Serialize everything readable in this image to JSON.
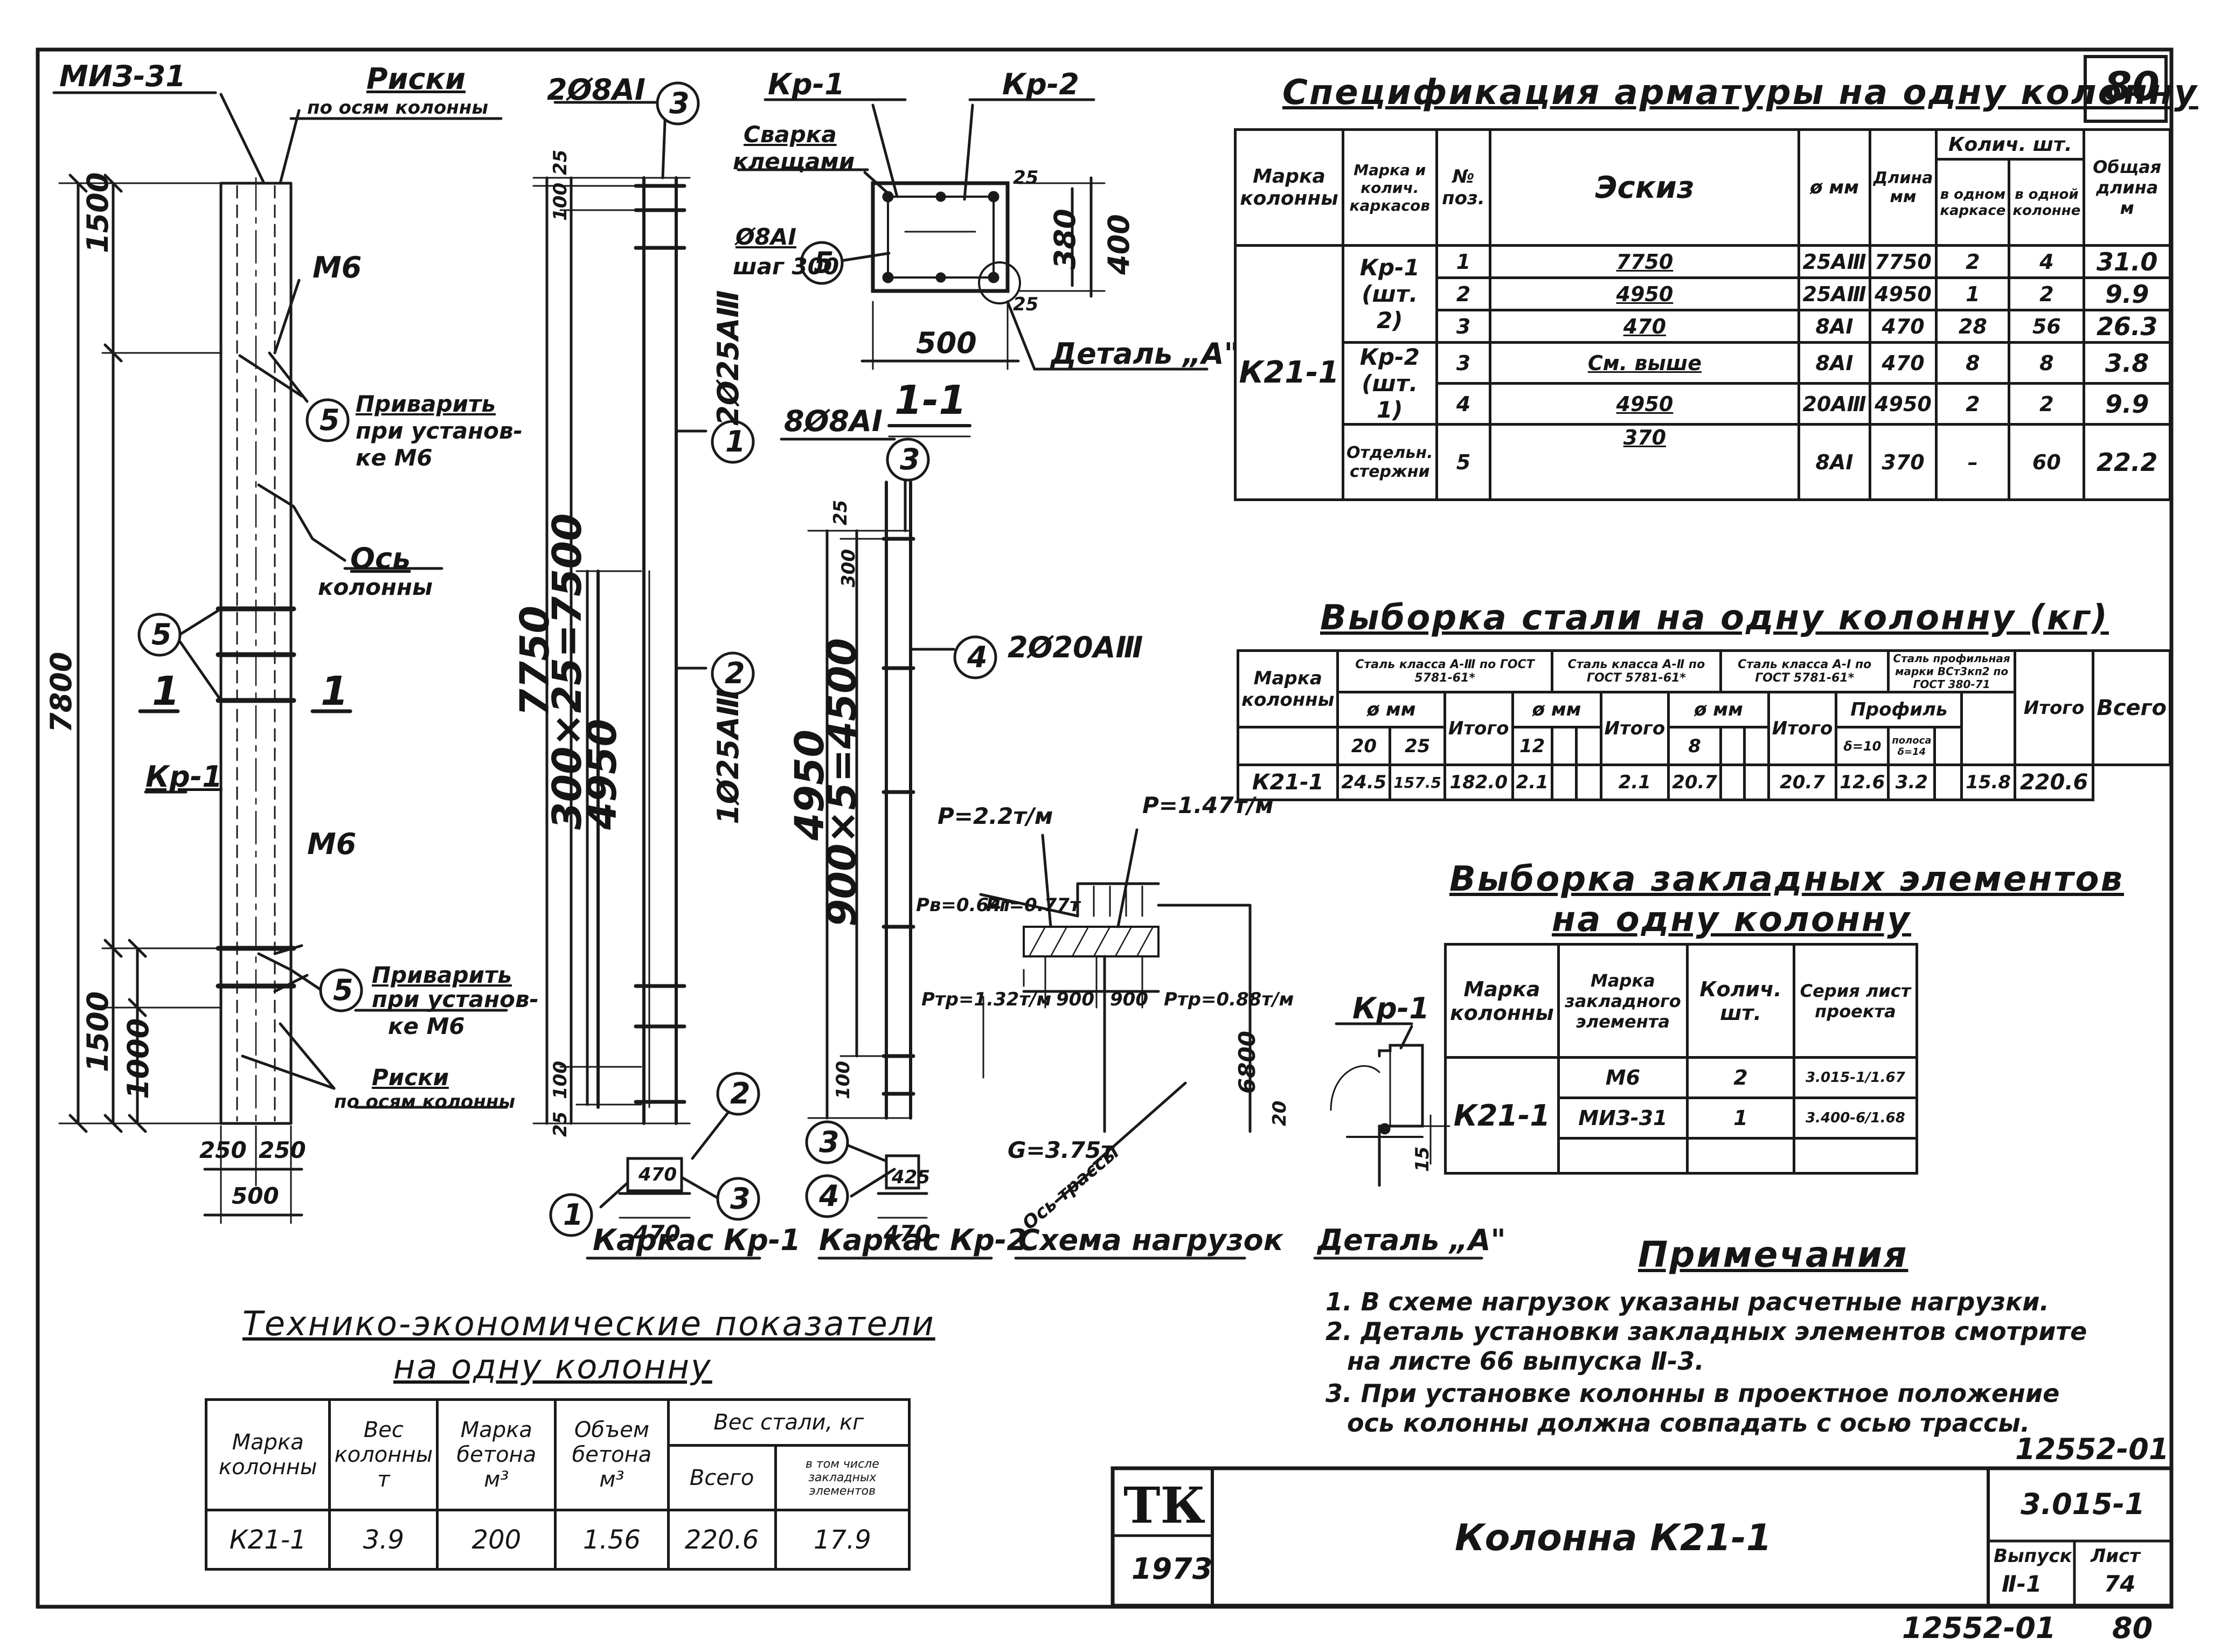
{
  "sheet_number_box": "80",
  "spec": {
    "title": "Спецификация арматуры на одну колонну",
    "headers": {
      "mark": "Марка колонны",
      "frame": "Марка и колич. каркасов",
      "pos": "№ поз.",
      "sketch": "Эскиз",
      "dia": "ø мм",
      "len": "Длина мм",
      "qty": "Колич. шт.",
      "qty_frame": "в одном каркасе",
      "qty_col": "в одной колонне",
      "total_len": "Общая длина м"
    },
    "column_mark": "К21-1",
    "rows": [
      {
        "frame": "Кр-1 (шт. 2)",
        "pos": "1",
        "sketch": "7750",
        "dia": "25АⅢ",
        "len": "7750",
        "q1": "2",
        "q2": "4",
        "total": "31.0"
      },
      {
        "frame": "",
        "pos": "2",
        "sketch": "4950",
        "dia": "25АⅢ",
        "len": "4950",
        "q1": "1",
        "q2": "2",
        "total": "9.9"
      },
      {
        "frame": "",
        "pos": "3",
        "sketch": "470",
        "dia": "8АⅠ",
        "len": "470",
        "q1": "28",
        "q2": "56",
        "total": "26.3"
      },
      {
        "frame": "Кр-2 (шт. 1)",
        "pos": "3",
        "sketch": "См. выше",
        "dia": "8АⅠ",
        "len": "470",
        "q1": "8",
        "q2": "8",
        "total": "3.8"
      },
      {
        "frame": "",
        "pos": "4",
        "sketch": "4950",
        "dia": "20АⅢ",
        "len": "4950",
        "q1": "2",
        "q2": "2",
        "total": "9.9"
      },
      {
        "frame": "Отдельн. стержни",
        "pos": "5",
        "sketch": "370",
        "dia": "8АⅠ",
        "len": "370",
        "q1": "–",
        "q2": "60",
        "total": "22.2"
      }
    ]
  },
  "steel": {
    "title": "Выборка стали на одну колонну (кг)",
    "mark": "Марка колонны",
    "cls3": "Сталь класса А-Ⅲ по ГОСТ 5781-61*",
    "cls2": "Сталь класса А-Ⅱ по ГОСТ 5781-61*",
    "cls1": "Сталь класса А-Ⅰ по ГОСТ 5781-61*",
    "prof": "Сталь профильная марки ВСт3кп2 по ГОСТ 380-71",
    "phi": "ø мм",
    "itogo": "Итого",
    "vsego": "Всего",
    "profil": "Профиль",
    "d20": "20",
    "d25": "25",
    "d12": "12",
    "d8": "8",
    "s10": "δ=10",
    "pr": "полоса δ=14",
    "row": {
      "mark": "К21-1",
      "a20": "24.5",
      "a25": "157.5",
      "it1": "182.0",
      "b12": "2.1",
      "it2": "2.1",
      "c8": "20.7",
      "it3": "20.7",
      "p1": "12.6",
      "p2": "3.2",
      "it4": "15.8",
      "all": "220.6"
    }
  },
  "embedded": {
    "title1": "Выборка закладных элементов",
    "title2": "на одну колонну",
    "h_mark": "Марка колонны",
    "h_el": "Марка закладного элемента",
    "h_qty": "Колич. шт.",
    "h_series": "Серия лист проекта",
    "col": "К21-1",
    "rows": [
      {
        "el": "М6",
        "qty": "2",
        "series": "3.015-1/1.67"
      },
      {
        "el": "МИЗ-31",
        "qty": "1",
        "series": "3.400-6/1.68"
      }
    ]
  },
  "tech": {
    "title1": "Технико-экономические показатели",
    "title2": "на одну колонну",
    "h_mark": "Марка колонны",
    "h_w": "Вес колонны т",
    "h_cm": "Марка бетона м³",
    "h_cv": "Объем бетона м³",
    "h_steel": "Вес стали, кг",
    "h_all": "Всего",
    "h_emb": "в том числе закладных элементов",
    "row": {
      "mark": "К21-1",
      "w": "3.9",
      "cm": "200",
      "cv": "1.56",
      "all": "220.6",
      "emb": "17.9"
    }
  },
  "notes": {
    "title": "Примечания",
    "n1": "1. В схеме нагрузок указаны расчетные нагрузки.",
    "n2a": "2. Деталь установки закладных элементов смотрите",
    "n2b": "на листе 66 выпуска Ⅱ-3.",
    "n3a": "3. При установке колонны в проектное положение",
    "n3b": "ось колонны должна совпадать с осью трассы."
  },
  "stamp": {
    "logo": "ТК",
    "year": "1973",
    "name": "Колонна К21-1",
    "series": "3.015-1",
    "vyp_label": "Выпуск",
    "vyp": "Ⅱ-1",
    "list_label": "Лист",
    "list": "74",
    "code_top": "12552-01",
    "code_bottom": "12552-01",
    "page_bottom": "80"
  },
  "drawing": {
    "miz": "МИЗ-31",
    "riski": "Риски",
    "po_osyam": "по осям колонны",
    "m6": "М6",
    "privarit": "Приварить",
    "pri_ustanov": "при установ-",
    "ke_m6": "ке М6",
    "os": "Ось",
    "kolonny": "колонны",
    "kr1": "Кр-1",
    "kr2": "Кр-2",
    "one": "1",
    "d1500a": "1500",
    "d7800": "7800",
    "d1500b": "1500",
    "d1000": "1000",
    "d250a": "250",
    "d250b": "250",
    "d500": "500",
    "top_bars": "2Ø8АⅠ",
    "d25": "25",
    "d100": "100",
    "d7750": "7750",
    "d300x25": "300×25=7500",
    "d4950": "4950",
    "bar_2d25": "2Ø25АⅢ",
    "bar_1d25": "1Ø25АⅢ",
    "bar_8d8": "8Ø8АⅠ",
    "bar_2d20": "2Ø20АⅢ",
    "d900x5": "900×5=4500",
    "d300": "300",
    "d4950b": "4950",
    "d100b": "100",
    "svarka": "Сварка",
    "kleshchami": "клещами",
    "d8ai": "Ø8АⅠ",
    "shag": "шаг 300",
    "d380": "380",
    "d400": "400",
    "d500s": "500",
    "detal_a": "Деталь „А\"",
    "sec": "1-1",
    "d470": "470",
    "d470b": "470",
    "d425": "425",
    "frame1": "Каркас Кр-1",
    "frame2": "Каркас Кр-2",
    "load_title": "Схема нагрузок",
    "p1": "P=2.2т/м",
    "p2": "P=1.47т/м",
    "ptp1": "Pтр=1.32т/м",
    "ptp2": "Pтр=0.88т/м",
    "pv": "Pв=0.64т",
    "ph": "Pг=0.77т",
    "l900a": "900",
    "l900b": "900",
    "g": "G=3.75т",
    "os_trassy": "Ось трассы",
    "d6800": "6800",
    "detal_title": "Деталь „А\"",
    "d20": "20",
    "d15": "15",
    "c1": "1",
    "c2": "2",
    "c3": "3",
    "c4": "4",
    "c5": "5"
  }
}
